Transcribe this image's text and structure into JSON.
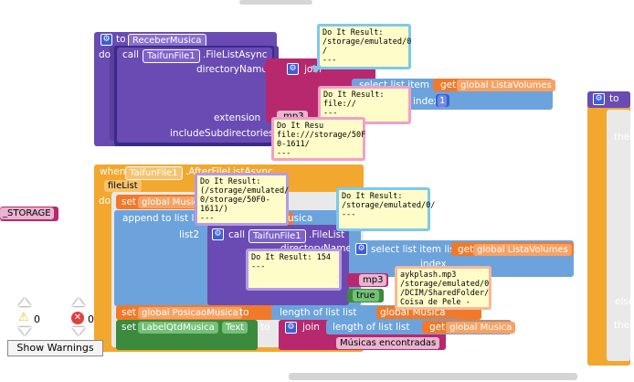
{
  "colors": {
    "procedure": "#6a4bb3",
    "component_green": "#3b8a3e",
    "list": "#6ca3dc",
    "text": "#b8286e",
    "variable": "#f07a2a",
    "event": "#f2a72e",
    "math": "#3b5fd6",
    "bubble_border": "#7ec8ee"
  },
  "proc_receber": {
    "to_label": "to",
    "proc_name": "ReceberMusica",
    "do_label": "do",
    "call_label": "call",
    "component": "TaifunFile1",
    "method": ".FileListAsync",
    "directory_name_label": "directoryName",
    "extension_label": "extension",
    "include_subdirs_label": "includeSubdirectories",
    "join_label": "join",
    "select_list_item_label": "select list item  list",
    "get_label": "get",
    "global_lista_volumes": "global ListaVolumes",
    "index_label": "index",
    "index_value": "1",
    "ext_value": ".mp3"
  },
  "event_after": {
    "when_label": "when",
    "component": "TaifunFile1",
    "event_name": ".AfterFileListAsync",
    "param": "fileList",
    "do_label": "do",
    "set_label": "set",
    "global_musica": "global Musica",
    "append_label": "append to list  list1",
    "get_global_musica": "get  global Musica",
    "list2_label": "list2",
    "call_label": "call",
    "filelist_method": ".FileList",
    "directory_name_label": "directoryName",
    "select_list_item_label": "select list item  list",
    "get_label": "get",
    "global_lista_volumes": "global ListaVolumes",
    "index_label": "index",
    "ext_value": "mp3",
    "bool_value": "true",
    "set_posicao": "global PosicaoMusica",
    "to_label": "to",
    "length_of_list_label": "length of list  list",
    "get_global_musica_short": "global Musica",
    "set_label_component": "LabelQtdMusica",
    "text_prop": "Text",
    "join_label": "join",
    "musicas_encontradas": "Músicas encontradas"
  },
  "left_fragment": {
    "storage_text": "_STORAGE"
  },
  "right_fragment": {
    "to_label": "to",
    "then_label": "ther",
    "else_label": "else",
    "then2_label": "ther"
  },
  "bubbles": [
    {
      "id": "b1",
      "text": "Do It Result:\n/storage/emulated/0\n/\n---"
    },
    {
      "id": "b2",
      "text": "Do It Result:\nfile://\n---"
    },
    {
      "id": "b3",
      "text": "Do It Resu\nfile:///storage/50F\n0-1611/\n---"
    },
    {
      "id": "b4",
      "text": "Do It Result:\n(/storage/emulated/\n0/storage/50F0-\n1611/)\n---"
    },
    {
      "id": "b5",
      "text": "Do It Result:\n/storage/emulated/0/\n---"
    },
    {
      "id": "b6",
      "text": "Do It Result: 154\n---"
    },
    {
      "id": "b7",
      "text": "aykplash.mp3\n/storage/emulated/0\n/DCIM/SharedFolder/\nCoisa de Pele -"
    }
  ],
  "warnings": {
    "warning_count": "0",
    "error_count": "0",
    "show_warnings_label": "Show Warnings"
  }
}
